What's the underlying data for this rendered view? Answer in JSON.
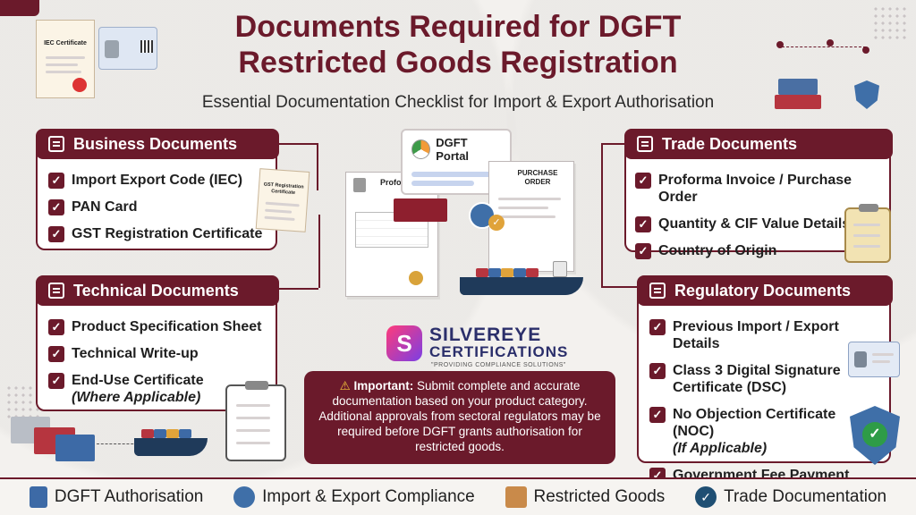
{
  "title_line1": "Documents Required for DGFT",
  "title_line2": "Restricted Goods Registration",
  "subtitle": "Essential Documentation Checklist for Import & Export Authorisation",
  "colors": {
    "primary": "#6b1a2b",
    "accent_green": "#2e9c47",
    "accent_blue": "#3f6fa8"
  },
  "business": {
    "title": "Business Documents",
    "items": [
      "Import Export Code (IEC)",
      "PAN Card",
      "GST Registration Certificate"
    ]
  },
  "technical": {
    "title": "Technical Documents",
    "items": [
      "Product Specification Sheet",
      "Technical Write-up",
      "End-Use Certificate"
    ],
    "note": "(Where Applicable)"
  },
  "trade": {
    "title": "Trade Documents",
    "items": [
      "Proforma Invoice / Purchase Order",
      "Quantity & CIF Value Details",
      "Country of Origin"
    ]
  },
  "regulatory": {
    "title": "Regulatory Documents",
    "items": [
      "Previous Import / Export Details",
      "Class 3 Digital Signature Certificate (DSC)",
      "No Objection Certificate (NOC)",
      "Government Fee Payment Proof"
    ],
    "noc_note": "(If Applicable)"
  },
  "illustration": {
    "iec_cert": "IEC Certificate",
    "gst_cert": "GST Registration Certificate",
    "portal": "DGFT Portal",
    "proforma": "Proforma",
    "purchase_order": "PURCHASE ORDER"
  },
  "logo": {
    "name_line1": "SILVEREYE",
    "name_line2": "CERTIFICATIONS",
    "tagline": "\"PROVIDING COMPLIANCE SOLUTIONS\""
  },
  "important": {
    "label": "Important:",
    "text": "Submit complete and accurate documentation based on your product category. Additional approvals from sectoral regulators may be required before DGFT grants authorisation for restricted goods."
  },
  "bottom_bar": [
    {
      "label": "DGFT Authorisation",
      "icon": "book-icon"
    },
    {
      "label": "Import & Export Compliance",
      "icon": "globe-icon"
    },
    {
      "label": "Restricted Goods",
      "icon": "box-icon"
    },
    {
      "label": "Trade Documentation",
      "icon": "check-badge-icon"
    }
  ]
}
